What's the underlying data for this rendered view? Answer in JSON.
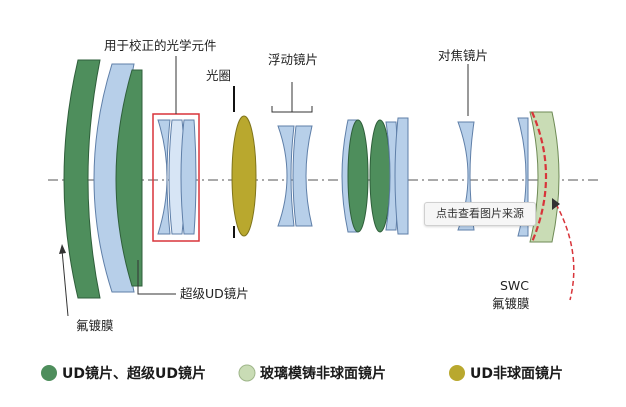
{
  "labels": {
    "correction_elements": "用于校正的光学元件",
    "aperture": "光圈",
    "floating_lens": "浮动镜片",
    "focus_lens": "对焦镜片",
    "super_ud_lens": "超级UD镜片",
    "fluorine_coating": "氟镀膜",
    "swc": "SWC",
    "swc_coating": "氟镀膜"
  },
  "tooltip": "点击查看图片来源",
  "legend": [
    {
      "label": "UD镜片、超级UD镜片",
      "color": "#4e8e5c"
    },
    {
      "label": "玻璃模铸非球面镜片",
      "color": "#c9dcb5"
    },
    {
      "label": "UD非球面镜片",
      "color": "#b9a82e"
    }
  ],
  "colors": {
    "ud_green": "#4e8e5c",
    "glass_blue": "#b7cfe9",
    "aspherical_olive": "#b9a82e",
    "molded_light_green": "#c9dcb5",
    "accent_red": "#d8343a"
  }
}
